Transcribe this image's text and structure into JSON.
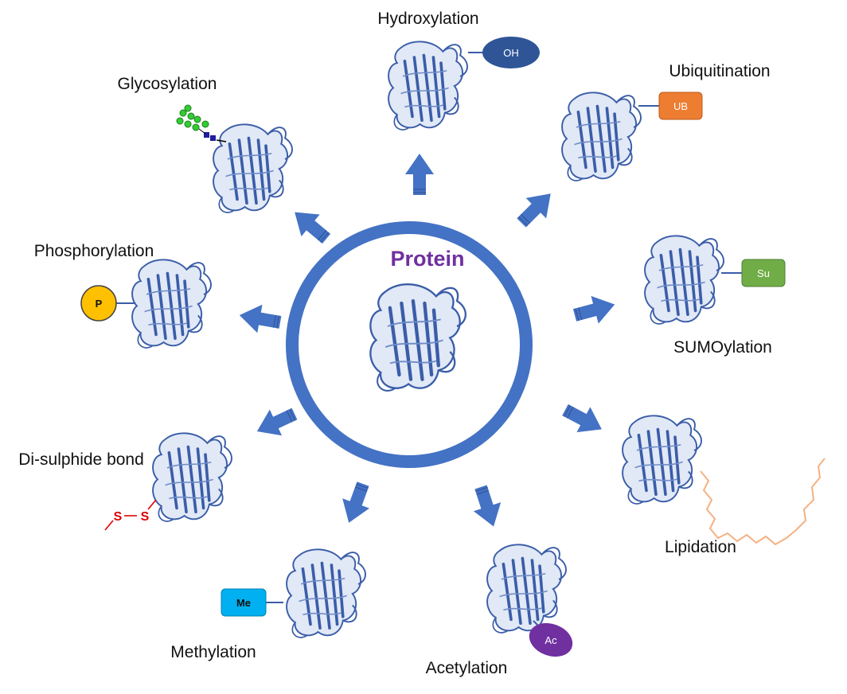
{
  "center": {
    "label": "Protein"
  },
  "colors": {
    "arrow": "#4472c4",
    "ring": "#4472c4",
    "protein_stroke": "#3a5da8",
    "protein_fill": "#b7c6e6",
    "center_text": "#7030a0"
  },
  "modifications": [
    {
      "id": "hydroxylation",
      "label": "Hydroxylation",
      "tag": "OH",
      "tag_color": "#2f5597"
    },
    {
      "id": "ubiquitination",
      "label": "Ubiquitination",
      "tag": "UB",
      "tag_color": "#ed7d31"
    },
    {
      "id": "sumoylation",
      "label": "SUMOylation",
      "tag": "Su",
      "tag_color": "#70ad47"
    },
    {
      "id": "lipidation",
      "label": "Lipidation",
      "tag": "",
      "tag_color": "#f4b183"
    },
    {
      "id": "acetylation",
      "label": "Acetylation",
      "tag": "Ac",
      "tag_color": "#7030a0"
    },
    {
      "id": "methylation",
      "label": "Methylation",
      "tag": "Me",
      "tag_color": "#00b0f0"
    },
    {
      "id": "disulphide",
      "label": "Di-sulphide bond",
      "tag": "S",
      "tag_color": "#e00000"
    },
    {
      "id": "phosphorylation",
      "label": "Phosphorylation",
      "tag": "P",
      "tag_color": "#ffc000"
    },
    {
      "id": "glycosylation",
      "label": "Glycosylation",
      "tag": "",
      "tag_color": "#00b050"
    }
  ]
}
